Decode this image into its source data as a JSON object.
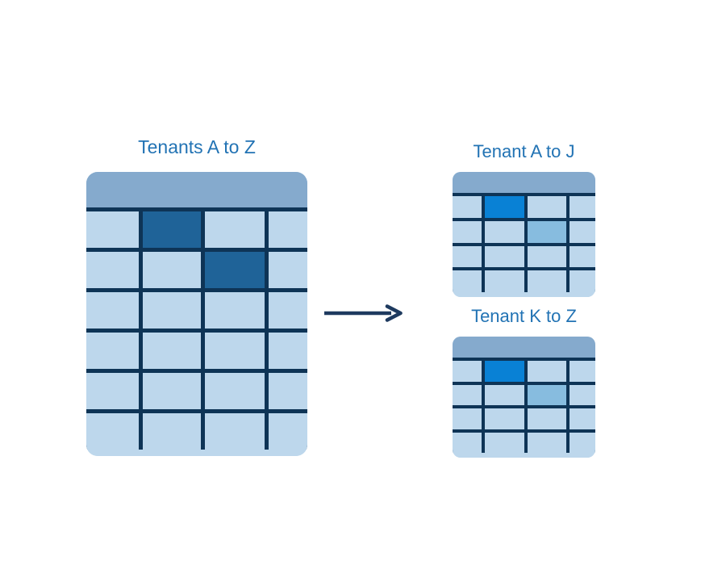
{
  "colors": {
    "title_text": "#2273B4",
    "table_header": "#85AACD",
    "cell": "#BDD7EC",
    "gridline": "#0E3456",
    "highlight_dark": "#1F6398",
    "highlight_bright": "#0981D5",
    "highlight_medium": "#87BCDF",
    "arrow": "#1E3A5F"
  },
  "source_table": {
    "title": "Tenants A to Z",
    "rows": 6,
    "cols": 4,
    "highlighted_cells": [
      {
        "row": 0,
        "col": 1,
        "type": "dark"
      },
      {
        "row": 1,
        "col": 2,
        "type": "dark"
      }
    ]
  },
  "arrow": {
    "direction": "right"
  },
  "shard_tables": [
    {
      "title": "Tenant A to J",
      "rows": 4,
      "cols": 4,
      "highlighted_cells": [
        {
          "row": 0,
          "col": 1,
          "type": "bright"
        },
        {
          "row": 1,
          "col": 2,
          "type": "medium"
        }
      ]
    },
    {
      "title": "Tenant K to Z",
      "rows": 4,
      "cols": 4,
      "highlighted_cells": [
        {
          "row": 0,
          "col": 1,
          "type": "bright"
        },
        {
          "row": 1,
          "col": 2,
          "type": "medium"
        }
      ]
    }
  ]
}
